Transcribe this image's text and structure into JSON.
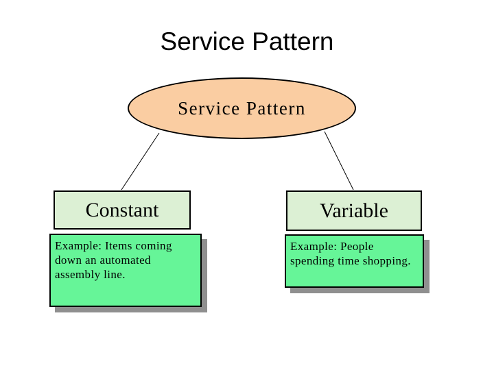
{
  "slide": {
    "title": "Service Pattern",
    "diagram": {
      "root_label": "Service Pattern",
      "branches": [
        {
          "category": "Constant",
          "example": "Example: Items coming\ndown an automated\nassembly line."
        },
        {
          "category": "Variable",
          "example": "Example: People\nspending time shopping."
        }
      ]
    },
    "colors": {
      "background": "#FFFFFF",
      "ellipse_fill": "#FACDA2",
      "category_fill": "#DCF0D4",
      "example_fill": "#66F598",
      "shadow": "#8F8F8F",
      "outline": "#000000",
      "text": "#000000"
    }
  }
}
